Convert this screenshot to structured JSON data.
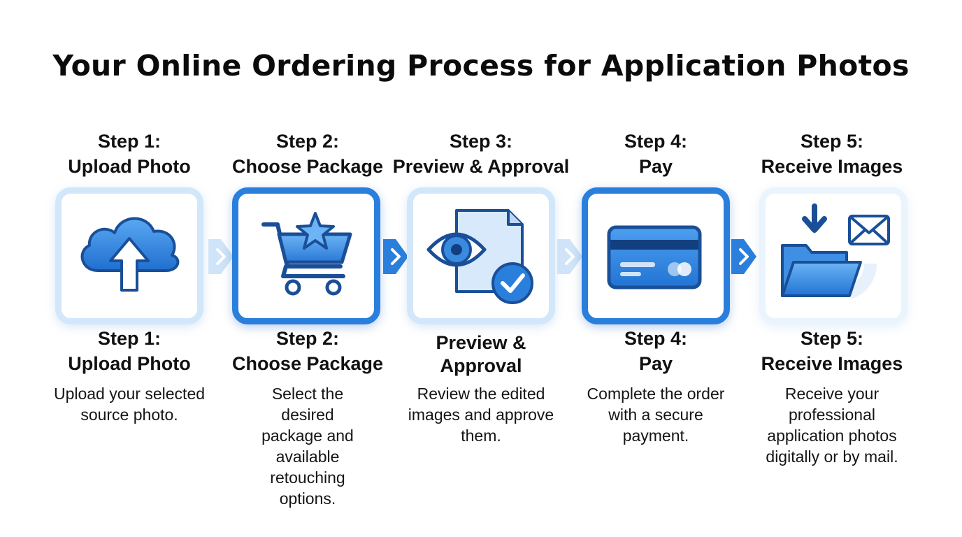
{
  "title": "Your Online Ordering Process for Application Photos",
  "accent_color": "#2a7fdc",
  "steps": [
    {
      "heading_line1": "Step 1:",
      "heading_line2": "Upload Photo",
      "sub_line1": "Step 1:",
      "sub_line2": "Upload Photo",
      "description": "Upload your selected source photo.",
      "icon": "cloud-upload-icon"
    },
    {
      "heading_line1": "Step 2:",
      "heading_line2": "Choose Package",
      "sub_line1": "Step 2:",
      "sub_line2": "Choose Package",
      "description": "Select the desired package and available retouching options.",
      "icon": "shopping-cart-star-icon"
    },
    {
      "heading_line1": "Step 3:",
      "heading_line2": "Preview & Approval",
      "sub_line1": "Preview &",
      "sub_line2": "Approval",
      "description": "Review the edited images and approve them.",
      "icon": "eye-document-check-icon"
    },
    {
      "heading_line1": "Step 4:",
      "heading_line2": "Pay",
      "sub_line1": "Step 4:",
      "sub_line2": "Pay",
      "description": "Complete the order with a secure payment.",
      "icon": "credit-card-icon"
    },
    {
      "heading_line1": "Step 5:",
      "heading_line2": "Receive Images",
      "sub_line1": "Step 5:",
      "sub_line2": "Receive Images",
      "description": "Receive your professional application photos digitally or by mail.",
      "icon": "folder-download-mail-icon"
    }
  ]
}
